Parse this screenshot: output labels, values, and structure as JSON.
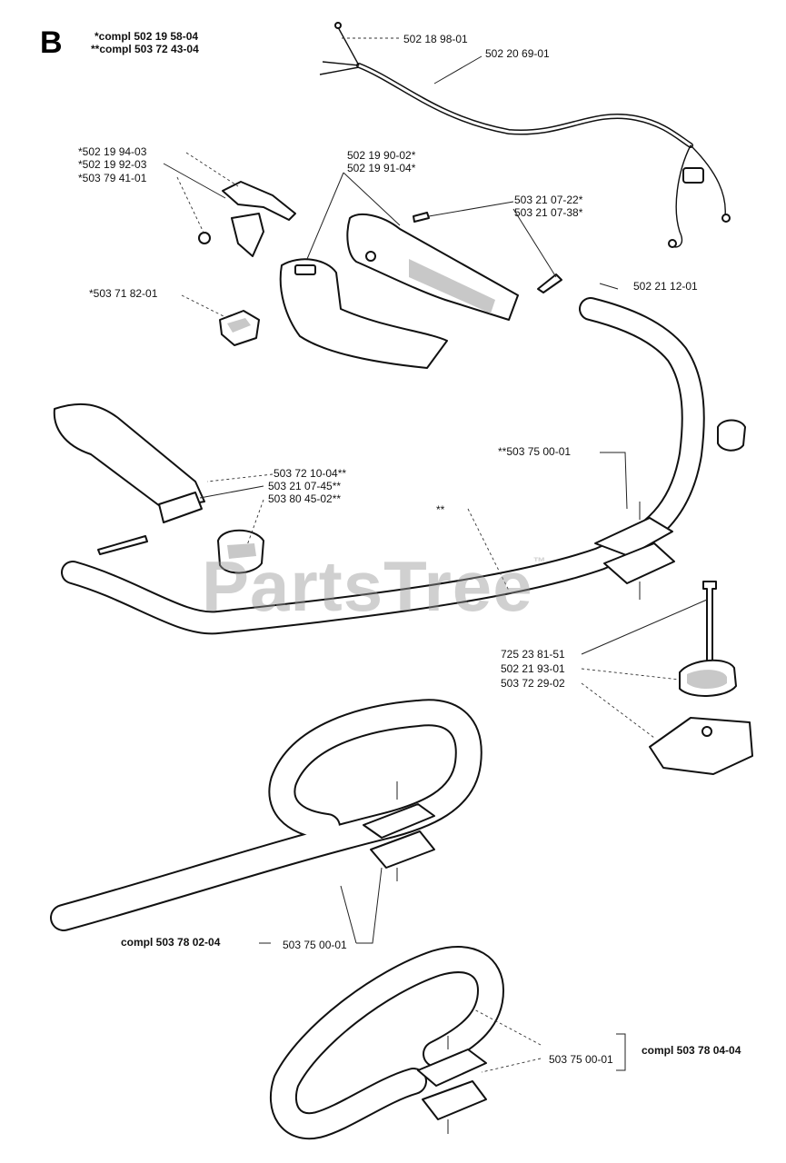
{
  "section": "B",
  "watermark": "PartsTree",
  "watermark_mark": "™",
  "labels": {
    "compl_single": "*compl 502 19 58-04",
    "compl_double": "**compl 503 72 43-04",
    "p_502_18_98_01": "502 18 98-01",
    "p_502_20_69_01": "502 20 69-01",
    "p_502_19_94_03": "*502 19 94-03",
    "p_502_19_92_03": "*502 19 92-03",
    "p_503_79_41_01": "*503 79 41-01",
    "p_502_19_90_02": "502 19 90-02*",
    "p_502_19_91_04": "502 19 91-04*",
    "p_503_21_07_22": "503 21 07-22*",
    "p_503_21_07_38": "503 21 07-38*",
    "p_503_71_82_01": "*503 71 82-01",
    "p_502_21_12_01": "502 21 12-01",
    "p_503_75_00_01_a": "**503 75 00-01",
    "p_503_72_10_04": "503 72 10-04**",
    "p_503_21_07_45": "503 21 07-45**",
    "p_503_80_45_02": "503 80 45-02**",
    "p_star_star": "**",
    "p_725_23_81_51": "725 23 81-51",
    "p_502_21_93_01": "502 21 93-01",
    "p_503_72_29_02": "503 72 29-02",
    "compl_503_78_02_04": "compl 503 78 02-04",
    "p_503_75_00_01_b": "503 75 00-01",
    "p_503_75_00_01_c": "503 75 00-01",
    "compl_503_78_04_04": "compl 503 78 04-04"
  }
}
